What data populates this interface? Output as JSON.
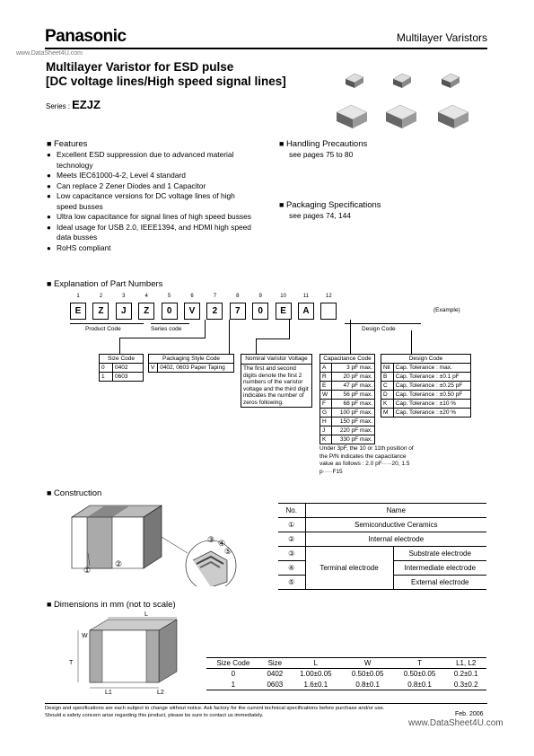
{
  "header": {
    "brand": "Panasonic",
    "category": "Multilayer Varistors",
    "watermark": "www.DataSheet4U.com"
  },
  "title": {
    "line1": "Multilayer Varistor for ESD pulse",
    "line2": "[DC voltage lines/High speed signal lines]"
  },
  "series": {
    "label": "Series :",
    "value": "EZJZ"
  },
  "features": {
    "heading": "Features",
    "items": [
      "Excellent ESD suppression due to advanced material technology",
      "Meets IEC61000-4-2, Level 4 standard",
      "Can replace 2 Zener Diodes and 1 Capacitor",
      "Low capacitance versions for DC voltage lines of high speed busses",
      "Ultra low capacitance for signal lines of high speed busses",
      "Ideal usage for USB 2.0, IEEE1394, and HDMI high speed data busses",
      "RoHS compliant"
    ]
  },
  "handling": {
    "heading": "Handling Precautions",
    "text": "see pages 75 to 80"
  },
  "packaging": {
    "heading": "Packaging Specifications",
    "text": "see pages 74, 144"
  },
  "partnum": {
    "heading": "Explanation of Part Numbers",
    "numbers": [
      "1",
      "2",
      "3",
      "4",
      "5",
      "6",
      "7",
      "8",
      "9",
      "10",
      "11",
      "12"
    ],
    "chars": [
      "E",
      "Z",
      "J",
      "Z",
      "0",
      "V",
      "2",
      "7",
      "0",
      "E",
      "A",
      ""
    ],
    "example": "(Example)",
    "product_code": "Product Code",
    "series_code": "Series code",
    "design_code": "Design Code",
    "size_code": {
      "header": "Size Code",
      "rows": [
        [
          "0",
          "0402"
        ],
        [
          "1",
          "0603"
        ]
      ]
    },
    "pkg_code": {
      "header": "Packaging Style Code",
      "rows": [
        [
          "V",
          "0402, 0603 Paper Taping"
        ]
      ]
    },
    "nominal": {
      "header": "Nomiral Varistor Voltage",
      "text": "The first and second digits denote the first 2 numbers of the varistor voltage and the third digit indicates the number of zeros following."
    },
    "capacitance": {
      "header": "Capacitance Code",
      "rows": [
        [
          "A",
          "3 pF max."
        ],
        [
          "R",
          "20 pF max."
        ],
        [
          "E",
          "47 pF max."
        ],
        [
          "W",
          "56 pF max."
        ],
        [
          "F",
          "68 pF max."
        ],
        [
          "G",
          "100 pF max."
        ],
        [
          "H",
          "150 pF max."
        ],
        [
          "J",
          "220 pF max."
        ],
        [
          "K",
          "330 pF max."
        ]
      ],
      "note": "Under 3pF, the 10 or 11th position of the P/N indicates the capacitance value as follows : 2.0 pF·····20,  1.5 p·····F15"
    },
    "design": {
      "header": "Design Code",
      "rows": [
        [
          "Nil",
          "Cap. Tolerance : max."
        ],
        [
          "B",
          "Cap. Tolerance : ±0.1 pF"
        ],
        [
          "C",
          "Cap. Tolerance : ±0.25 pF"
        ],
        [
          "D",
          "Cap. Tolerance : ±0.50 pF"
        ],
        [
          "K",
          "Cap. Tolerance : ±10 %"
        ],
        [
          "M",
          "Cap. Tolerance : ±20 %"
        ]
      ]
    }
  },
  "construction": {
    "heading": "Construction",
    "col_no": "No.",
    "col_name": "Name",
    "markers": [
      "①",
      "②",
      "③",
      "④",
      "⑤"
    ],
    "row1": "Semiconductive Ceramics",
    "row2": "Internal electrode",
    "terminal": "Terminal electrode",
    "row3": "Substrate electrode",
    "row4": "Intermediate electrode",
    "row5": "External electrode"
  },
  "dimensions": {
    "heading": "Dimensions in mm (not to scale)",
    "labels": {
      "L": "L",
      "W": "W",
      "T": "T",
      "L1": "L1",
      "L2": "L2"
    },
    "columns": [
      "Size Code",
      "Size",
      "L",
      "W",
      "T",
      "L1, L2"
    ],
    "rows": [
      [
        "0",
        "0402",
        "1.00±0.05",
        "0.50±0.05",
        "0.50±0.05",
        "0.2±0.1"
      ],
      [
        "1",
        "0603",
        "1.6±0.1",
        "0.8±0.1",
        "0.8±0.1",
        "0.3±0.2"
      ]
    ]
  },
  "footer": {
    "line1": "Design and specifications are each subject to change without notice.  Ask factory for the current technical specifications before purchase and/or use.",
    "line2": "Should a safety concern arise regarding this product, please be sure to contact us immediately.",
    "date": "Feb. 2006",
    "watermark": "www.DataSheet4U.com"
  }
}
